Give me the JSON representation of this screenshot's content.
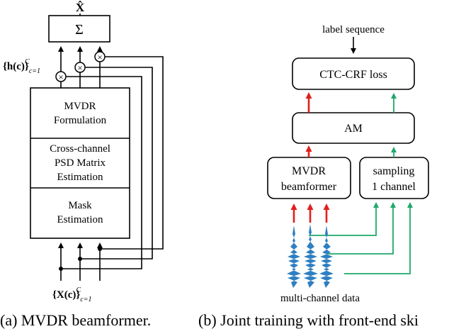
{
  "left": {
    "output_label": "X̂",
    "sum_symbol": "Σ",
    "weights_label_main": "{h(c)}",
    "weights_label_sup": "C",
    "weights_label_sub": "c=1",
    "block_mvdr": [
      "MVDR",
      "Formulation"
    ],
    "block_psd": [
      "Cross-channel",
      "PSD Matrix",
      "Estimation"
    ],
    "block_mask": [
      "Mask",
      "Estimation"
    ],
    "input_label_main": "{X(c)}",
    "input_label_sup": "C",
    "input_label_sub": "c=1",
    "multiply_symbol": "×",
    "caption": "(a) MVDR beamformer."
  },
  "right": {
    "label_sequence": "label sequence",
    "loss_box": "CTC-CRF loss",
    "am_box": "AM",
    "beamformer_box": [
      "MVDR",
      "beamformer"
    ],
    "sampling_box": [
      "sampling",
      "1 channel"
    ],
    "data_label": "multi-channel data",
    "caption": "(b) Joint training with front-end ski"
  },
  "colors": {
    "red_path": "#e0201b",
    "green_path": "#1fa86a",
    "waveform": "#2f7fc1"
  }
}
